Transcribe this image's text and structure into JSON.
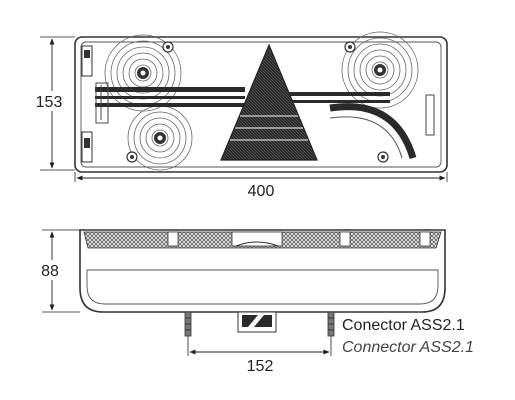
{
  "dimensions": {
    "front_height": "153",
    "front_width": "400",
    "side_height": "88",
    "connector_spacing": "152"
  },
  "connector": {
    "label": "Conector ASS2.1",
    "label_italic": "Connector ASS2.1"
  },
  "colors": {
    "line": "#333333",
    "dim_line": "#222222",
    "dark_fill": "#2a2a2a",
    "mesh_fill": "#5a5a5a"
  }
}
